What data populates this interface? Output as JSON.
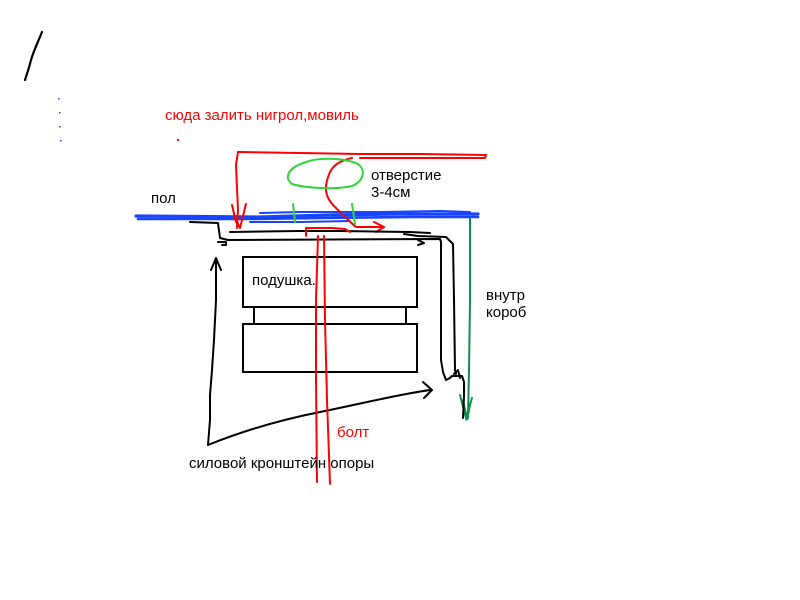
{
  "labels": {
    "pour_note": "сюда залить нигрол,мовиль",
    "floor": "пол",
    "hole_line1": "отверстие",
    "hole_line2": "3-4см",
    "cushion": "подушка.",
    "inner_box_line1": "внутр",
    "inner_box_line2": "короб",
    "bolt": "болт",
    "bracket": "силовой кронштейн опоры"
  },
  "colors": {
    "red": "#ff0000",
    "black": "#000000",
    "blue": "#1744ff",
    "green": "#2fd33a",
    "dark_green": "#0e8f4a",
    "text": "#000000"
  }
}
